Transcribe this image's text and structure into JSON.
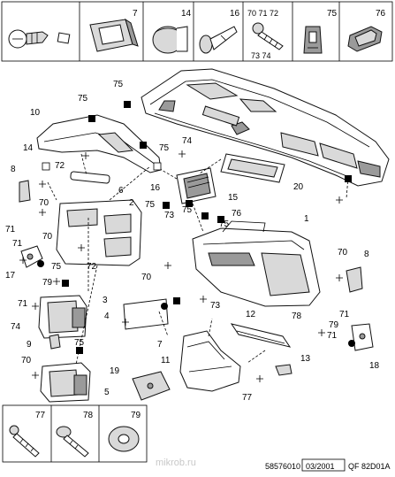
{
  "top_strip": {
    "cells": [
      {
        "label": "",
        "icon": "clip-fastener-icon"
      },
      {
        "label": "7",
        "icon": "rectangular-clip-icon"
      },
      {
        "label": "14",
        "icon": "round-cap-icon"
      },
      {
        "label": "16",
        "icon": "push-rivet-icon"
      },
      {
        "label": "70 71 72",
        "label2": "73 74",
        "icon": "screw-icon"
      },
      {
        "label": "75",
        "icon": "speed-nut-icon"
      },
      {
        "label": "76",
        "icon": "grommet-icon"
      }
    ]
  },
  "bottom_strip": {
    "cells": [
      {
        "label": "77",
        "icon": "screw-77-icon"
      },
      {
        "label": "78",
        "icon": "flange-screw-icon"
      },
      {
        "label": "79",
        "icon": "washer-icon"
      }
    ]
  },
  "callouts": {
    "c10": "10",
    "c75a": "75",
    "c75b": "75",
    "c75c": "75",
    "c74": "74",
    "c14": "14",
    "c72a": "72",
    "c8a": "8",
    "c6": "6",
    "c16": "16",
    "c15": "15",
    "c20": "20",
    "c75d": "75",
    "c2": "2",
    "c70a": "70",
    "c73a": "73",
    "c75e": "75",
    "c76": "76",
    "c75f": "75",
    "c1": "1",
    "c71a": "71",
    "c70b": "70",
    "c72b": "72",
    "c17": "17",
    "c79a": "79",
    "c75g": "75",
    "c70c": "70",
    "c8b": "8",
    "c70d": "70",
    "c3": "3",
    "c73b": "73",
    "c74b": "74",
    "c4": "4",
    "c7": "7",
    "c71b": "71",
    "c9": "9",
    "c75h": "75",
    "c12": "12",
    "c78": "78",
    "c71c": "71",
    "c79b": "79",
    "c70e": "70",
    "c18": "18",
    "c5": "5",
    "c19": "19",
    "c11": "11",
    "c13": "13",
    "c77": "77",
    "c71d": "71",
    "c71e": "71"
  },
  "footer": {
    "code": "58576010",
    "date": "03/2001",
    "ref": "QF 82D01A",
    "watermark": "mikrob.ru"
  }
}
